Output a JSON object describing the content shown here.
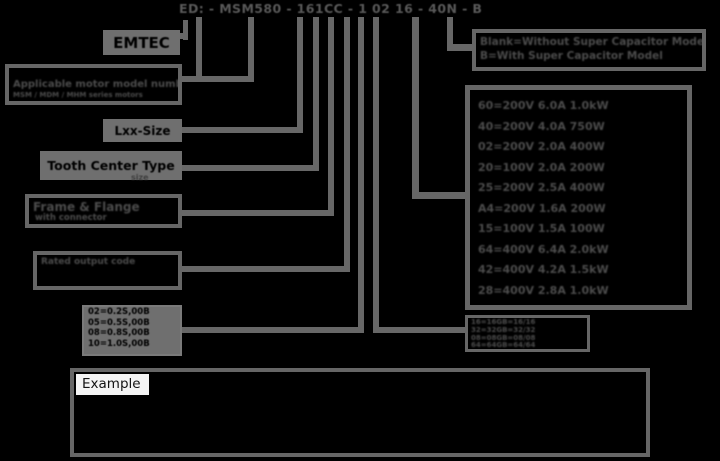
{
  "diagram": {
    "code": "ED: - MSM580 - 161CC - 1 02 16 - 40N - B",
    "left_boxes": {
      "brand": "EMTEC",
      "motor_model": {
        "line1": "Applicable motor model number",
        "line2": "MSM / MDM / MHM series motors"
      },
      "size_label": "Lxx-Size",
      "tooth_center": {
        "label": "Tooth Center Type",
        "caption": "size"
      },
      "frame": {
        "line1": "Frame & Flange",
        "line2": "with connector"
      },
      "output": {
        "line1": "Rated output code"
      },
      "code_table": {
        "lines": [
          "02=0.2S,00B",
          "05=0.5S,00B",
          "08=0.8S,00B",
          "10=1.0S,00B"
        ]
      }
    },
    "right_boxes": {
      "capacitor": {
        "line1": "Blank=Without Super Capacitor Model",
        "line2": "B=With Super Capacitor Model"
      },
      "spec_table": {
        "lines": [
          "60=200V 6.0A 1.0kW",
          "40=200V 4.0A 750W",
          "02=200V 2.0A 400W",
          "20=100V 2.0A 200W",
          "25=200V 2.5A 400W",
          "A4=200V 1.6A 200W",
          "15=100V 1.5A 100W",
          "64=400V 6.4A 2.0kW",
          "42=400V 4.2A 1.5kW",
          "28=400V 2.8A 1.0kW"
        ]
      },
      "ratio_table": {
        "lines": [
          "16=16GB=16/16",
          "32=32GB=32/32",
          "08=08GB=08/08",
          "64=64GB=64/64"
        ]
      }
    },
    "example": {
      "label": "Example"
    }
  }
}
